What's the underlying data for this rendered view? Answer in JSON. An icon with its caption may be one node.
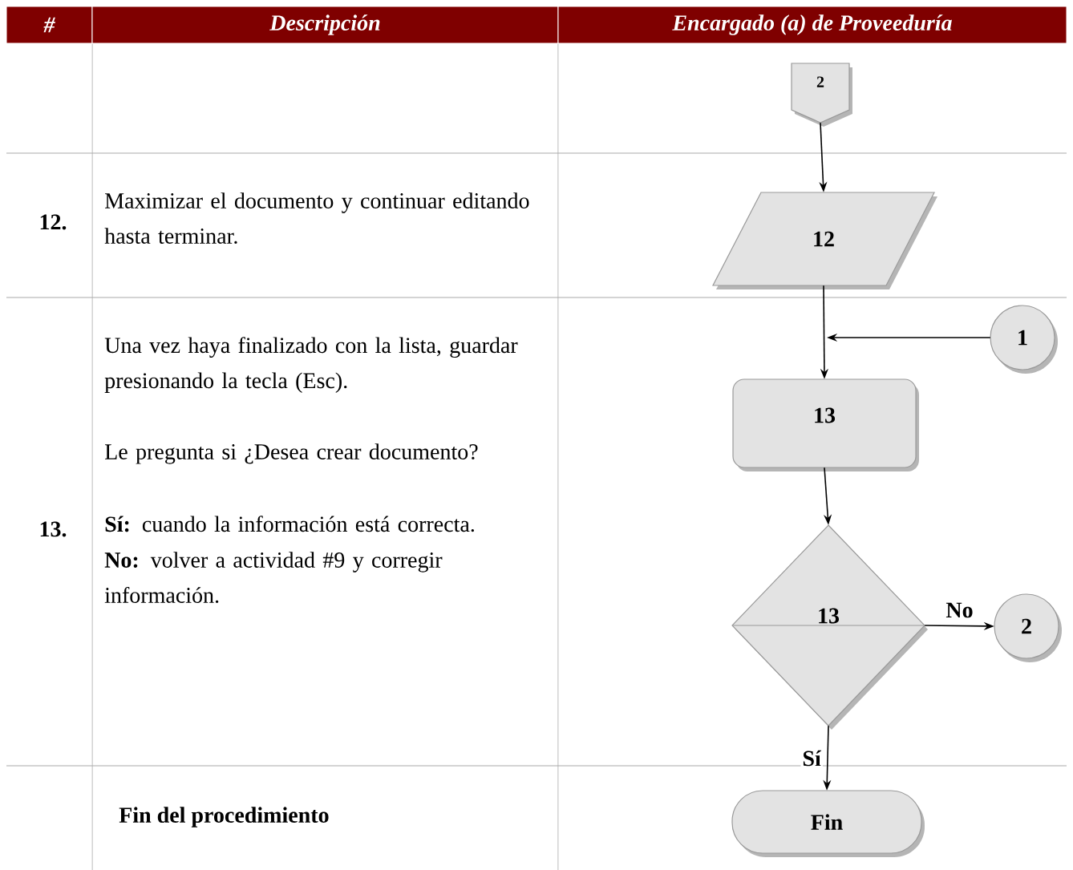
{
  "diagram": {
    "nodes": [
      {
        "text": [
          "2"
        ]
      },
      {
        "text": [
          "12"
        ]
      },
      {
        "text": [
          "1"
        ]
      },
      {
        "text": [
          "13"
        ]
      },
      {
        "text": [
          "13"
        ]
      },
      {
        "text": [
          "2"
        ]
      },
      {
        "text": [
          "Fin"
        ]
      }
    ],
    "edges": [
      {
        "from": 0,
        "to": 1,
        "arrow": "to"
      },
      {
        "from": 1,
        "to": 3,
        "arrow": "to"
      },
      {
        "from": 2,
        "to": null,
        "arrow": "to"
      },
      {
        "from": 3,
        "to": 4,
        "arrow": "to"
      },
      {
        "from": 4,
        "to": 5,
        "arrow": "to",
        "label": "No"
      },
      {
        "from": 4,
        "to": 6,
        "arrow": "to",
        "label": "Sí"
      }
    ],
    "labels": [
      "#",
      "Descripción",
      "Encargado (a) de Proveeduría",
      "12.",
      "Maximizar el documento y continuar editando hasta terminar.",
      "13.",
      "Una vez haya finalizado con la lista, guardar presionando la tecla (Esc).",
      "Le pregunta si ¿Desea crear documento?",
      "**Sí:** cuando la información está correcta.",
      "**No:** volver a actividad #9 y corregir información.",
      "Fin del procedimiento"
    ]
  }
}
